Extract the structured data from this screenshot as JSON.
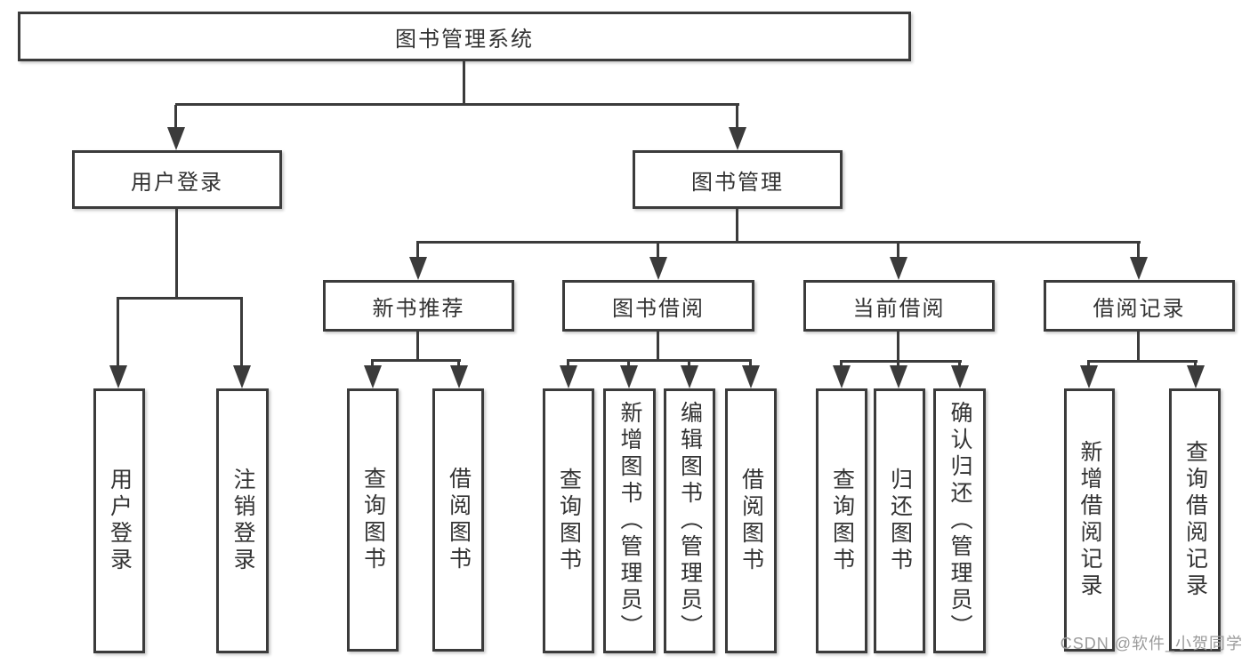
{
  "tree": {
    "root": "图书管理系统",
    "children": [
      {
        "label": "用户登录",
        "children": [
          "用户登录",
          "注销登录"
        ]
      },
      {
        "label": "图书管理",
        "children": [
          {
            "label": "新书推荐",
            "children": [
              "查询图书",
              "借阅图书"
            ]
          },
          {
            "label": "图书借阅",
            "children": [
              "查询图书",
              "新增图书（管理员）",
              "编辑图书（管理员）",
              "借阅图书"
            ]
          },
          {
            "label": "当前借阅",
            "children": [
              "查询图书",
              "归还图书",
              "确认归还（管理员）"
            ]
          },
          {
            "label": "借阅记录",
            "children": [
              "新增借阅记录",
              "查询借阅记录"
            ]
          }
        ]
      }
    ]
  },
  "watermark": {
    "text": "CSDN @软件_小贺同学",
    "color": "#9b9b9b"
  },
  "colors": {
    "line": "#3b3b3b",
    "text": "#333333",
    "background": "#ffffff"
  }
}
